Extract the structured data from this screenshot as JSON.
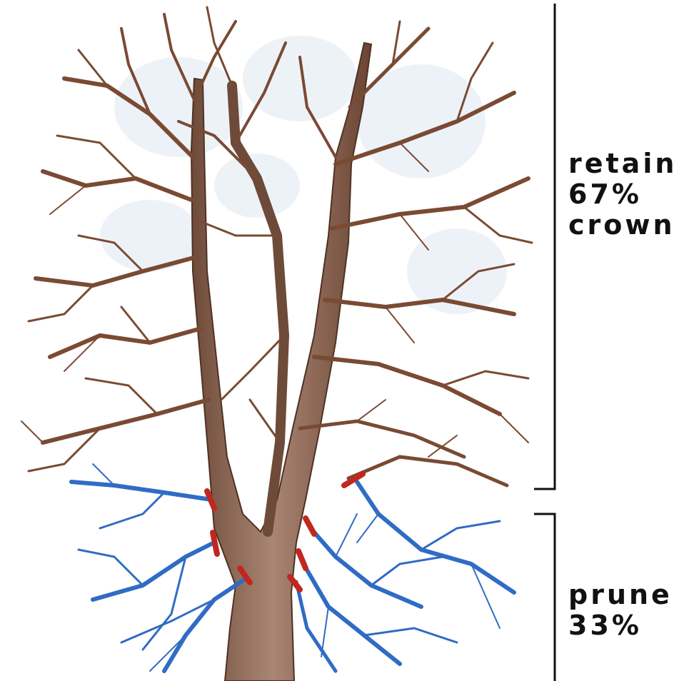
{
  "retain": {
    "word": "retain",
    "percent": "67%",
    "part": "crown"
  },
  "prune": {
    "word": "prune",
    "percent": "33%"
  },
  "colors": {
    "background": "#ffffff",
    "retained_branches": "#7a4a33",
    "pruned_branches": "#2f6cc4",
    "cut_marks": "#c0281f",
    "trunk": "#8a6552",
    "bracket": "#111111",
    "sky_wash": "#e6edf5"
  }
}
